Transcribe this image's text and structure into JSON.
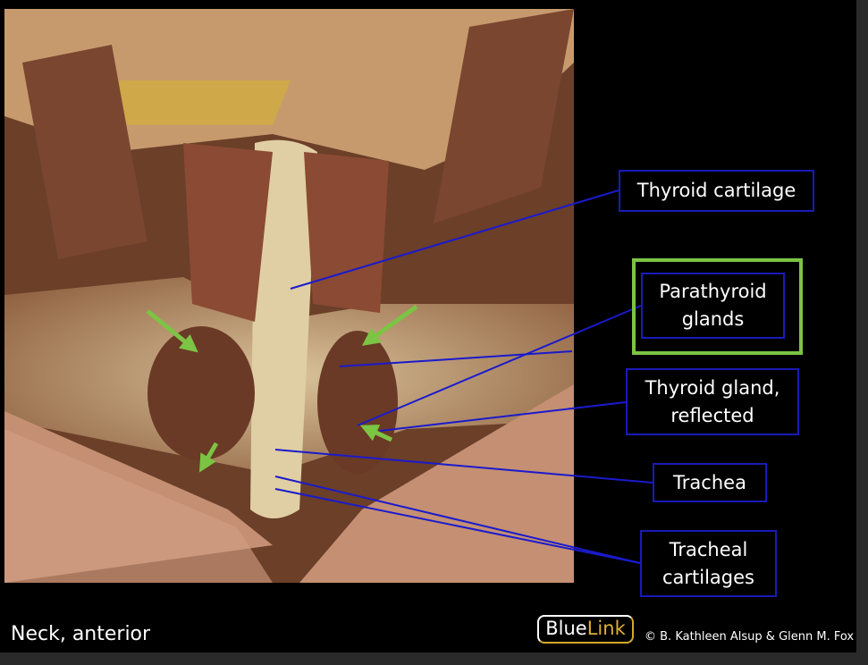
{
  "caption": "Neck, anterior",
  "logo": {
    "part1": "Blue",
    "part2": "Link"
  },
  "copyright": "© B. Kathleen Alsup & Glenn M. Fox",
  "labels": {
    "thyroid_cartilage": "Thyroid cartilage",
    "parathyroid_1": "Parathyroid",
    "parathyroid_2": "glands",
    "thyroid_gland_1": "Thyroid gland,",
    "thyroid_gland_2": "reflected",
    "trachea": "Trachea",
    "tracheal_1": "Tracheal",
    "tracheal_2": "cartilages"
  },
  "colors": {
    "leader": "#1a1acc",
    "arrow": "#7cc444",
    "highlight": "#7cc444"
  }
}
